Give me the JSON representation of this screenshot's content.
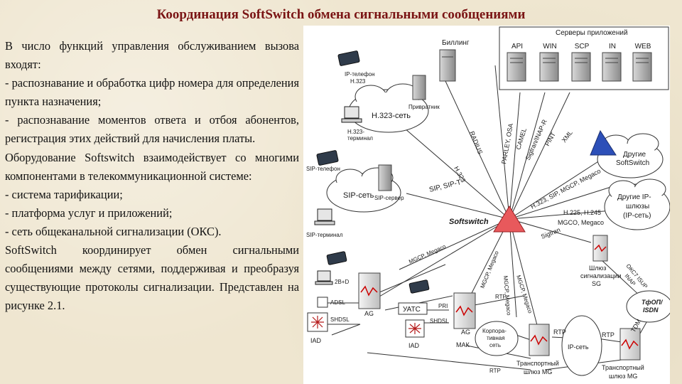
{
  "title": "Координация SoftSwitch обмена сигнальными сообщениями",
  "paragraphs": [
    "В число функций управления обслуживанием вызова входят:",
    "- распознавание и обработка цифр номера для определения пункта назначения;",
    "- распознавание моментов ответа и отбоя абонентов, регистрация этих действий для начисления платы.",
    "Оборудование Softswitch взаимодействует со многими компонентами в телекоммуникационной системе:",
    "- система тарификации;",
    "- платформа услуг и приложений;",
    "- сеть общеканальной сигнализации (ОКС).",
    "SoftSwitch координирует обмен сигнальными сообщениями между сетями, поддерживая и преобразуя существующие протоколы сигнализации. Представлен на рисунке 2.1."
  ],
  "diagram": {
    "center": "Softswitch",
    "app_servers_title": "Серверы приложений",
    "app_servers": [
      "API",
      "WIN",
      "SCP",
      "IN",
      "WEB"
    ],
    "billing": "Биллинг",
    "gatekeeper": "Привратник",
    "ip_phone": [
      "IP-телефон",
      "H.323"
    ],
    "h323_network": "H.323-сеть",
    "h323_terminal": [
      "H.323-",
      "терминал"
    ],
    "sip_phone": "SIP-телефон",
    "sip_network": "SIP-сеть",
    "sip_server": "SIP-сервер",
    "sip_terminal": "SIP-терминал",
    "other_softswitch": [
      "Другие",
      "SoftSwitch"
    ],
    "other_gateways": [
      "Другие IP-",
      "шлюзы",
      "(IP-сеть)"
    ],
    "signaling_gateway": [
      "Шлюз",
      "сигнализации",
      "SG"
    ],
    "pstn": [
      "ТфОП/",
      "ISDN"
    ],
    "uats": "УАТС",
    "mak": "МАК",
    "iad1": "IAD",
    "iad2": "IAD",
    "ag1": "AG",
    "ag2": "AG",
    "corp_network": [
      "Корпора-",
      "тивная",
      "сеть"
    ],
    "ip_network": "IP-сеть",
    "tmg1": [
      "Транспортный",
      "шлюз MG"
    ],
    "tmg2": [
      "Транспортный",
      "шлюз MG"
    ],
    "link_labels": {
      "h323": "H.323",
      "radius": "RADIUS",
      "parley": "PARLEY, OSA",
      "camel": "CAMEL",
      "sigtran_inap": "Sigtran/INAP-R",
      "pint": "PINT",
      "xml": "XML",
      "sip_sipt": "SIP, SIP-T",
      "multi": "H.323, SIP, MGCP, Megaco",
      "h225": "H.225, H.245",
      "mgco": "MGCO, Megaco",
      "sigtran": "Sigtran",
      "mgcp_ag1": "MGCP, Megaco",
      "mgcp_ag2": "MGCP, Megaco",
      "mgcp_mg1": "MGCP, Megaco",
      "mgcp_mg2": "MGCP, Megaco",
      "okc7": [
        "ОКС7 ISUP",
        "INAP"
      ],
      "tdm": "TDM",
      "rtp1": "RTP",
      "rtp2": "RTP",
      "rtp3": "RTP",
      "rtp4": "RTP",
      "pri": "PRI",
      "shdsl1": "SHDSL",
      "shdsl2": "SHDSL",
      "adsl": "ADSL",
      "dsl_2bd": "2B+D"
    }
  }
}
